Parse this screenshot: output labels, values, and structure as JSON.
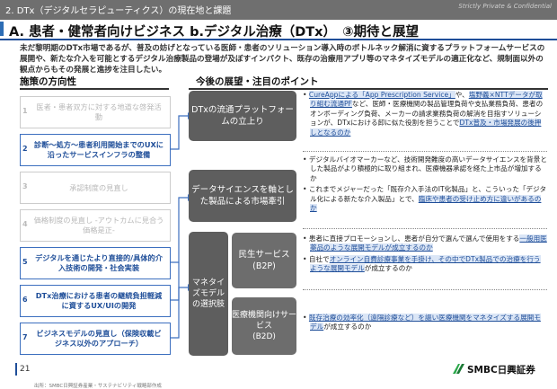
{
  "header": {
    "section_title": "2. DTx（デジタルセラピューティクス）の現在地と課題",
    "confidential": "Strictly Private & Confidential",
    "main_title": "A. 患者・健常者向けビジネス b.デジタル治療（DTx）　③期待と展望",
    "lead": "未だ黎明期のDTx市場であるが、普及の妨げとなっている医師・患者のソリューション導入時のボトルネック解消に資するプラットフォームサービスの展開や、新たな介入を可能とするデジタル治療製品の登場が及ぼすインパクト、既存の治療用アプリ等のマネタイズモデルの適正化など、規制面以外の観点からもその発展と進捗を注目したい。"
  },
  "left": {
    "heading": "施策の方向性",
    "items": [
      {
        "num": "1",
        "text": "医者・患者双方に対する地道な啓発活動",
        "active": false
      },
      {
        "num": "2",
        "text": "診断～処方～患者利用開始までのUXに沿ったサービスインフラの整備",
        "active": true
      },
      {
        "num": "3",
        "text": "承認制度の見直し",
        "active": false
      },
      {
        "num": "4",
        "text": "価格制度の見直し -アウトカムに見合う価格是正-",
        "active": false
      },
      {
        "num": "5",
        "text": "デジタルを通じたより直接的/具体的介入技術の開発・社会実装",
        "active": true
      },
      {
        "num": "6",
        "text": "DTx治療における患者の継続負担軽減に資するUX/UIの開発",
        "active": true
      },
      {
        "num": "7",
        "text": "ビジネスモデルの見直し（保険収載ビジネス以外のアプローチ）",
        "active": true
      }
    ]
  },
  "right": {
    "heading": "今後の展望・注目のポイント",
    "box_platform": "DTxの流通プラットフォームの立上り",
    "box_datascience": "データサイエンスを軸とした製品による市場牽引",
    "box_monetize": "マネタイズモデルの選択肢",
    "box_b2p_title": "民生サービス",
    "box_b2p_sub": "(B2P)",
    "box_b2d_title": "医療機関向けサービス",
    "box_b2d_sub": "(B2D)",
    "bullets_platform": [
      {
        "pre": "",
        "hl": "CureAppによる「App Prescription Service」",
        "mid": "や、",
        "hl2": "塩野義×NTTデータが取り組む流通PF",
        "post": "など、医師・医療機関の製品管理負荷や支払業務負荷、患者のオンボーディング負荷、メーカーの請求業務負荷の解消を目指すソリューションが、DTxにおける卸に似た役割を担うことで",
        "hl3": "DTx普及・市場発展の後押しとなるのか",
        "end": ""
      }
    ],
    "bullets_datascience": [
      {
        "pre": "デジタルバイオマーカーなど、技術開発難度の高いデータサイエンスを背景とした製品がより積極的に取り組まれ、医療機器承認を経た上市品が増加するか",
        "hl": "",
        "post": ""
      },
      {
        "pre": "これまでメジャーだった「既存介入手法のIT化製品」と、こういった「デジタル化による新たな介入製品」とで、",
        "hl": "臨床や患者の受け止め方に違いがあるのか",
        "post": ""
      }
    ],
    "bullets_b2p": [
      {
        "pre": "患者に直接プロモーションし、患者が自分で選んで選んで使用をする",
        "hl": "一般用医薬品のような展開モデルが成立するのか",
        "post": ""
      },
      {
        "pre": "自社で",
        "hl": "オンライン自費診療事業を手掛け、その中でDTx製品での治療を行うような展開モデル",
        "post": "が成立するのか"
      }
    ],
    "bullets_b2d": [
      {
        "pre": "",
        "hl": "既存治療の効率化（遠隔診療など）を謳い医療機関をマネタイズする展開モデル",
        "post": "が成立するのか"
      }
    ]
  },
  "footer": {
    "page_number": "21",
    "source": "出所：SMBC日興証券産業・サステナビリティ戦略部作成",
    "logo_text": "SMBC日興証券"
  },
  "colors": {
    "accent": "#1f4e99",
    "dark_box": "#5e5e5e",
    "highlight": "#dbe6f6"
  }
}
